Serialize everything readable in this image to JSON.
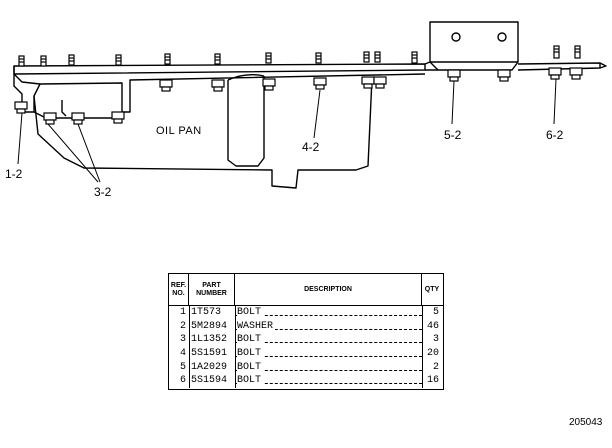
{
  "callouts": {
    "c1": "1-2",
    "c3": "3-2",
    "c4": "4-2",
    "c5": "5-2",
    "c6": "6-2"
  },
  "pan_label": "OIL PAN",
  "table": {
    "headers": {
      "ref": "REF.\nNO.",
      "part": "PART\nNUMBER",
      "desc": "DESCRIPTION",
      "qty": "QTY"
    },
    "rows": [
      {
        "ref": "1",
        "part": "1T573",
        "desc": "BOLT",
        "qty": "5"
      },
      {
        "ref": "2",
        "part": "5M2894",
        "desc": "WASHER",
        "qty": "46"
      },
      {
        "ref": "3",
        "part": "1L1352",
        "desc": "BOLT",
        "qty": "3"
      },
      {
        "ref": "4",
        "part": "5S1591",
        "desc": "BOLT",
        "qty": "20"
      },
      {
        "ref": "5",
        "part": "1A2029",
        "desc": "BOLT",
        "qty": "2"
      },
      {
        "ref": "6",
        "part": "5S1594",
        "desc": "BOLT",
        "qty": "16"
      }
    ]
  },
  "figure_number": "205043"
}
